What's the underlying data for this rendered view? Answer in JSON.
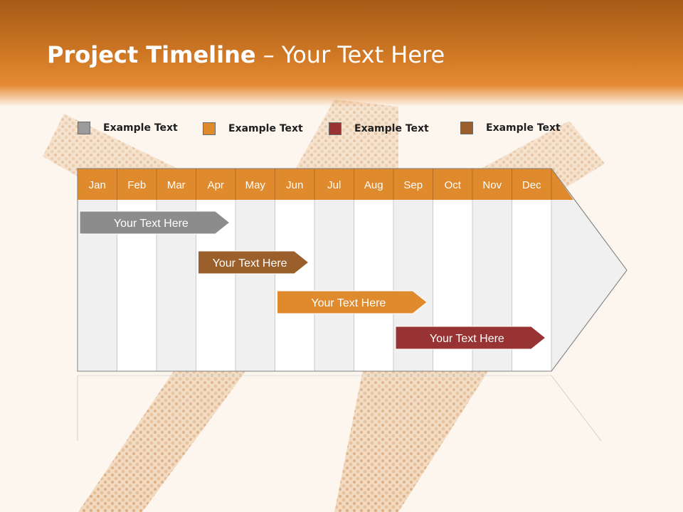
{
  "title": {
    "bold": "Project Timeline",
    "rest": " – Your Text Here"
  },
  "legend": [
    {
      "label": "Example Text",
      "color": "#9b9b9b"
    },
    {
      "label": "Example Text",
      "color": "#e08a2e"
    },
    {
      "label": "Example Text",
      "color": "#983333"
    },
    {
      "label": "Example Text",
      "color": "#9a5f2a"
    }
  ],
  "months": [
    "Jan",
    "Feb",
    "Mar",
    "Apr",
    "May",
    "Jun",
    "Jul",
    "Aug",
    "Sep",
    "Oct",
    "Nov",
    "Dec"
  ],
  "colors": {
    "header_bg": "#e08a2e",
    "month_text": "#ffffff",
    "grid_line": "#c9c9c9",
    "column_shade": "#f0f0f0"
  },
  "bars": [
    {
      "label": "Your  Text Here",
      "start_month": "Jan",
      "end_month": "Apr",
      "color": "#8c8c8c"
    },
    {
      "label": "Your  Text Here",
      "start_month": "Apr",
      "end_month": "Jun",
      "color": "#9a5f2a"
    },
    {
      "label": "Your  Text Here",
      "start_month": "Jun",
      "end_month": "Sep",
      "color": "#e08a2e"
    },
    {
      "label": "Your  Text Here",
      "start_month": "Sep",
      "end_month": "Dec",
      "color": "#983333"
    }
  ]
}
